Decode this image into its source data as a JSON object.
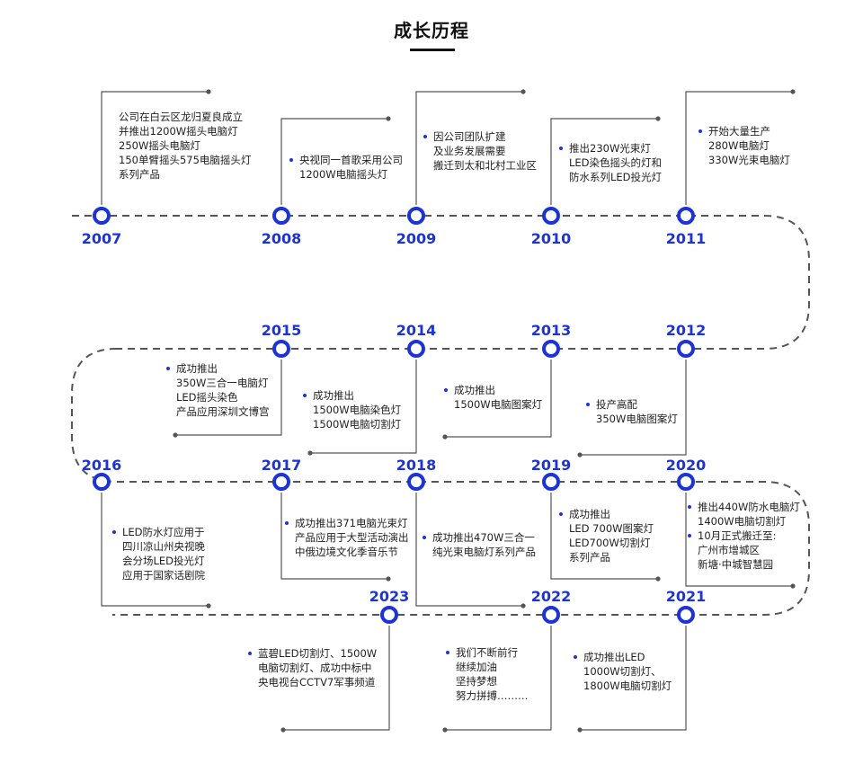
{
  "title": "成长历程",
  "colors": {
    "accent": "#1c34d6",
    "line": "#555555",
    "text": "#222222"
  },
  "milestones": [
    {
      "year": "2007",
      "lines": [
        "公司在白云区龙归夏良成立",
        "并推出1200W摇头电脑灯",
        "250W摇头电脑灯",
        "150单臂摇头575电脑摇头灯",
        "系列产品"
      ],
      "bullets": []
    },
    {
      "year": "2008",
      "lines": [
        "央视同一首歌采用公司",
        "1200W电脑摇头灯"
      ],
      "bullets": [
        0
      ]
    },
    {
      "year": "2009",
      "lines": [
        "因公司团队扩建",
        "及业务发展需要",
        "搬迁到太和北村工业区"
      ],
      "bullets": [
        0
      ]
    },
    {
      "year": "2010",
      "lines": [
        "推出230W光束灯",
        "LED染色摇头的灯和",
        "防水系列LED投光灯"
      ],
      "bullets": [
        0
      ]
    },
    {
      "year": "2011",
      "lines": [
        "开始大量生产",
        "280W电脑灯",
        "330W光束电脑灯"
      ],
      "bullets": [
        0
      ]
    },
    {
      "year": "2012",
      "lines": [
        "投产高配",
        "350W电脑图案灯"
      ],
      "bullets": [
        0
      ]
    },
    {
      "year": "2013",
      "lines": [
        "成功推出",
        "1500W电脑图案灯"
      ],
      "bullets": [
        0
      ]
    },
    {
      "year": "2014",
      "lines": [
        "成功推出",
        "1500W电脑染色灯",
        "1500W电脑切割灯"
      ],
      "bullets": [
        0
      ]
    },
    {
      "year": "2015",
      "lines": [
        "成功推出",
        "350W三合一电脑灯",
        "LED摇头染色",
        "产品应用深圳文博宫"
      ],
      "bullets": [
        0
      ]
    },
    {
      "year": "2016",
      "lines": [
        "LED防水灯应用于",
        "四川凉山州央视晚",
        "会分场LED投光灯",
        "应用于国家话剧院"
      ],
      "bullets": [
        0
      ]
    },
    {
      "year": "2017",
      "lines": [
        "成功推出371电脑光束灯",
        "产品应用于大型活动演出",
        "中俄边境文化季音乐节"
      ],
      "bullets": [
        0
      ]
    },
    {
      "year": "2018",
      "lines": [
        "成功推出470W三合一",
        "纯光束电脑灯系列产品"
      ],
      "bullets": [
        0
      ]
    },
    {
      "year": "2019",
      "lines": [
        "成功推出",
        "LED 700W图案灯",
        "LED700W切割灯",
        "系列产品"
      ],
      "bullets": [
        0
      ]
    },
    {
      "year": "2020",
      "lines": [
        "推出440W防水电脑灯",
        "1400W电脑切割灯",
        "10月正式搬迁至:",
        "广州市增城区",
        "新塘·中城智慧园"
      ],
      "bullets": [
        0,
        2
      ]
    },
    {
      "year": "2021",
      "lines": [
        "成功推出LED",
        "1000W切割灯、",
        "1800W电脑切割灯"
      ],
      "bullets": [
        0
      ]
    },
    {
      "year": "2022",
      "lines": [
        "我们不断前行",
        "继续加油",
        "坚持梦想",
        "努力拼搏………"
      ],
      "bullets": [
        0
      ]
    },
    {
      "year": "2023",
      "lines": [
        "蓝碧LED切割灯、1500W",
        "电脑切割灯、成功中标中",
        "央电视台CCTV7军事频道"
      ],
      "bullets": [
        0
      ]
    }
  ]
}
